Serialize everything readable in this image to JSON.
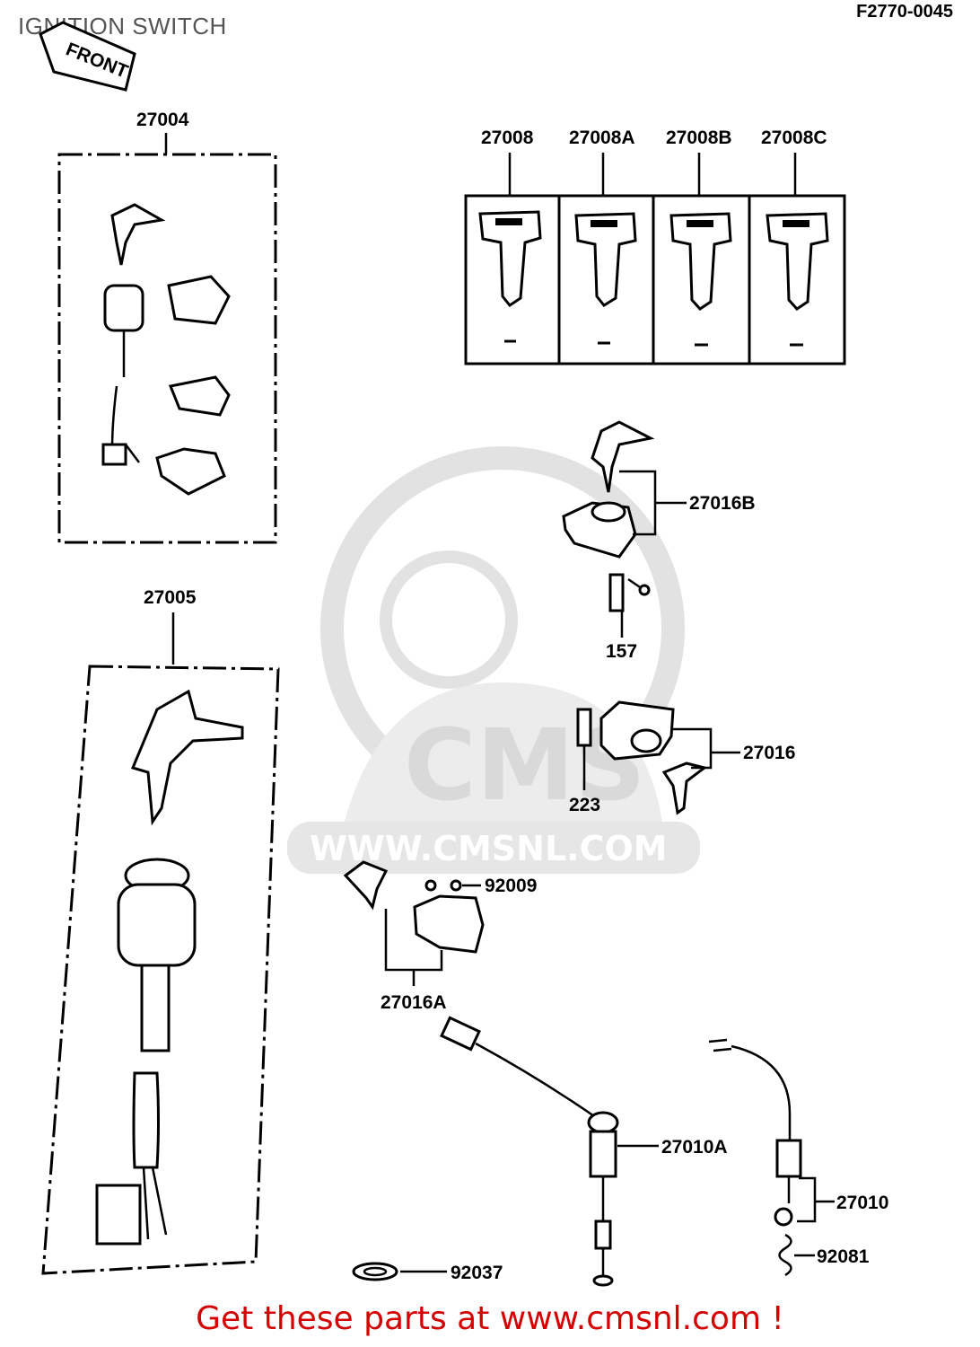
{
  "header": {
    "title": "IGNITION SWITCH",
    "diagram_code": "F2770-0045",
    "front_label": "FRONT"
  },
  "parts": {
    "p27004": "27004",
    "p27005": "27005",
    "p27008": "27008",
    "p27008A": "27008A",
    "p27008B": "27008B",
    "p27008C": "27008C",
    "p27016B": "27016B",
    "p157": "157",
    "p27016": "27016",
    "p223": "223",
    "p92009": "92009",
    "p27016A": "27016A",
    "p27010A": "27010A",
    "p27010": "27010",
    "p92081": "92081",
    "p92037": "92037"
  },
  "watermark": {
    "logo": "CMS",
    "url": "WWW.CMSNL.COM"
  },
  "footer": {
    "text": "Get these parts at www.cmsnl.com !"
  }
}
